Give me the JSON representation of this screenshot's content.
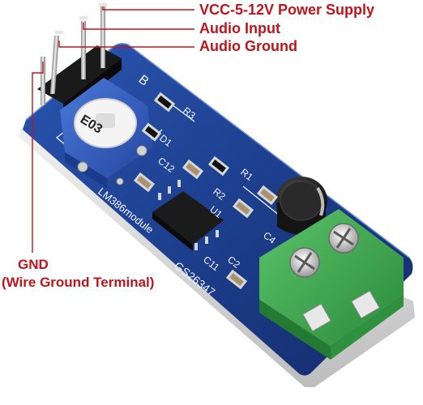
{
  "annotations": {
    "vcc": "VCC-5-12V Power Supply",
    "audio_input": "Audio Input",
    "audio_ground": "Audio Ground",
    "gnd": "GND",
    "gnd_detail": "(Wire Ground Terminal)"
  },
  "silkscreen": {
    "module_name": "LM386module",
    "part_code": "GS26347",
    "pot_marking": "E03",
    "r1": "R1",
    "r2": "R2",
    "r3": "R3",
    "c2": "C2",
    "c4": "C4",
    "c11": "C11",
    "c12": "C12",
    "d1": "D1",
    "u1": "U1",
    "b_mark": "B"
  },
  "colors": {
    "pcb": "#1c3f8c",
    "pcb_edge": "#e8e8e8",
    "annotation": "#c0141c",
    "terminal": "#3aa84a",
    "pot": "#2f5fc0"
  }
}
